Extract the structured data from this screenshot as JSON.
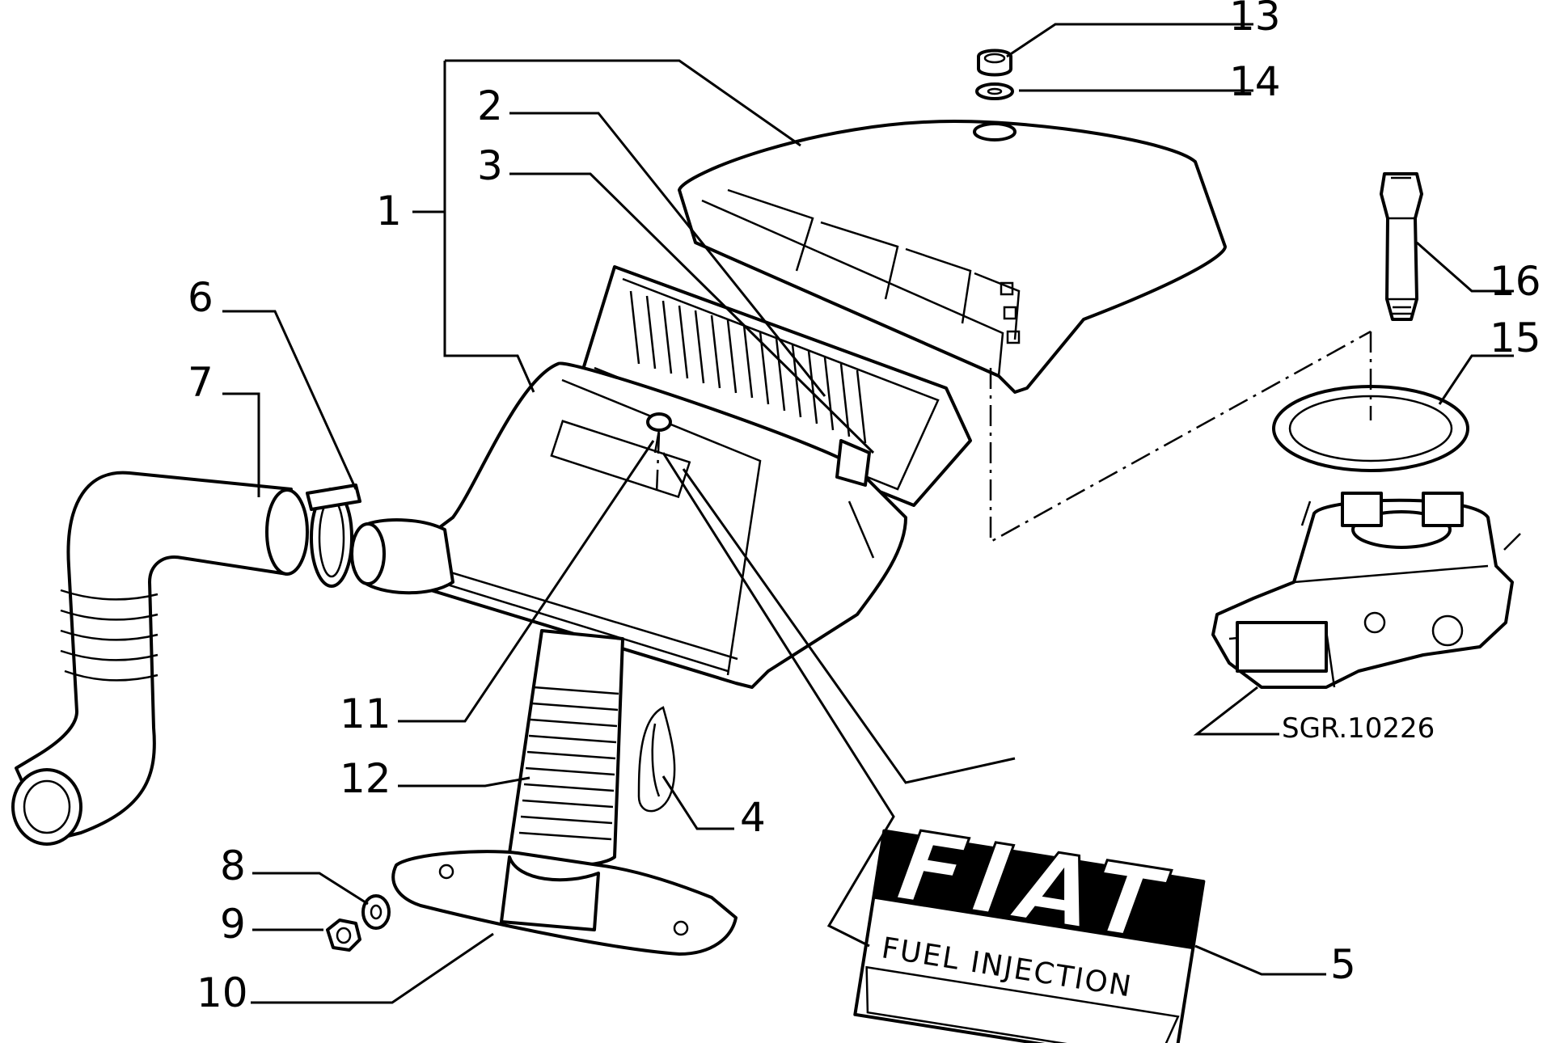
{
  "callouts": [
    {
      "id": "1",
      "label": "1"
    },
    {
      "id": "2",
      "label": "2"
    },
    {
      "id": "3",
      "label": "3"
    },
    {
      "id": "4",
      "label": "4"
    },
    {
      "id": "5",
      "label": "5"
    },
    {
      "id": "6",
      "label": "6"
    },
    {
      "id": "7",
      "label": "7"
    },
    {
      "id": "8",
      "label": "8"
    },
    {
      "id": "9",
      "label": "9"
    },
    {
      "id": "10",
      "label": "10"
    },
    {
      "id": "11",
      "label": "11"
    },
    {
      "id": "12",
      "label": "12"
    },
    {
      "id": "13",
      "label": "13"
    },
    {
      "id": "14",
      "label": "14"
    },
    {
      "id": "15",
      "label": "15"
    },
    {
      "id": "16",
      "label": "16"
    }
  ],
  "reference_code": "SGR.10226",
  "decal": {
    "brand": "FIAT",
    "subtitle": "FUEL INJECTION"
  }
}
